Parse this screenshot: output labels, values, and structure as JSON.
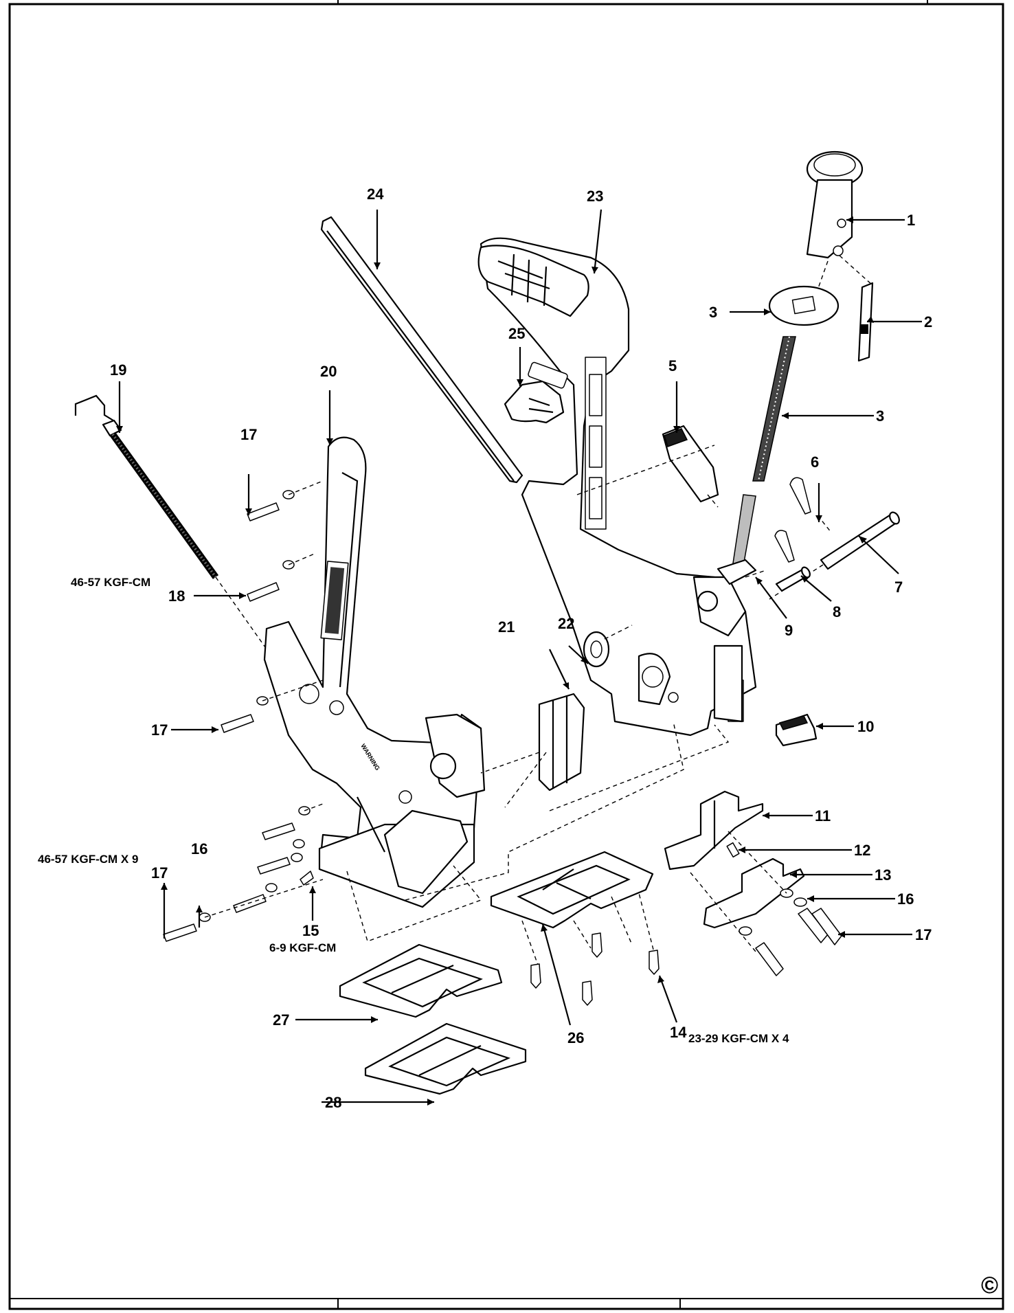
{
  "parts": [
    {
      "ref": "1"
    },
    {
      "ref": "2"
    },
    {
      "ref": "3"
    },
    {
      "ref": "3"
    },
    {
      "ref": "5"
    },
    {
      "ref": "6"
    },
    {
      "ref": "7"
    },
    {
      "ref": "8"
    },
    {
      "ref": "9"
    },
    {
      "ref": "10"
    },
    {
      "ref": "11"
    },
    {
      "ref": "12"
    },
    {
      "ref": "13"
    },
    {
      "ref": "14"
    },
    {
      "ref": "15"
    },
    {
      "ref": "16"
    },
    {
      "ref": "16"
    },
    {
      "ref": "17"
    },
    {
      "ref": "17"
    },
    {
      "ref": "17"
    },
    {
      "ref": "17"
    },
    {
      "ref": "18"
    },
    {
      "ref": "19"
    },
    {
      "ref": "20"
    },
    {
      "ref": "21"
    },
    {
      "ref": "22"
    },
    {
      "ref": "23"
    },
    {
      "ref": "24"
    },
    {
      "ref": "25"
    },
    {
      "ref": "26"
    },
    {
      "ref": "27"
    },
    {
      "ref": "28"
    }
  ],
  "notes": {
    "n18": "46-57 KGF-CM",
    "n17": "46-57 KGF-CM X 9",
    "n15": "6-9 KGF-CM",
    "n14": "23-29 KGF-CM X 4"
  },
  "copyright_symbol": "©",
  "colors": {
    "ink": "#000000",
    "paper": "#ffffff"
  }
}
